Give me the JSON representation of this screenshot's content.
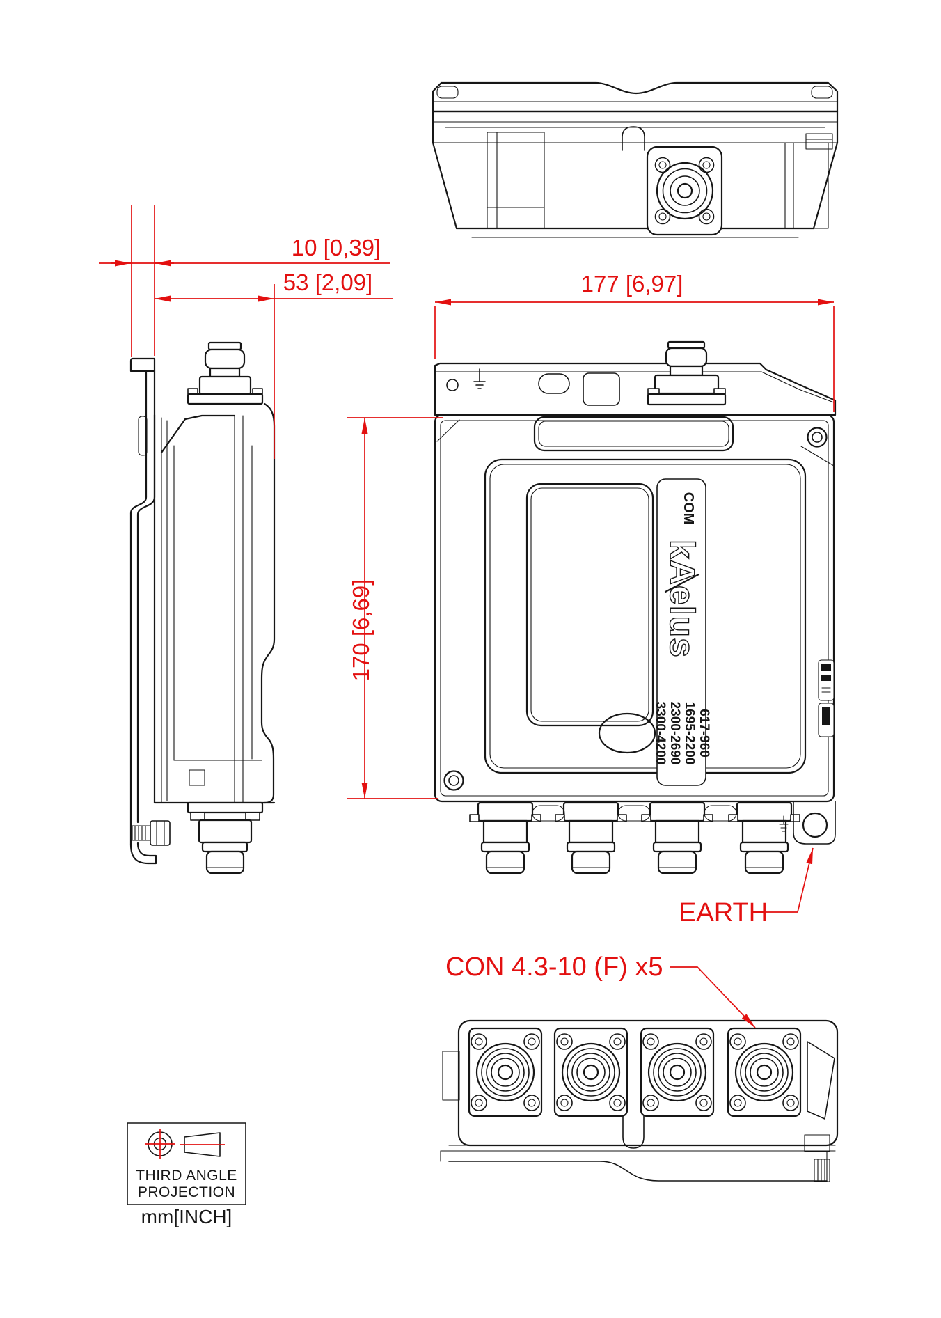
{
  "dimensions": {
    "bracket_offset": "10 [0,39]",
    "depth": "53 [2,09]",
    "width": "177 [6,97]",
    "height": "170 [6,69]"
  },
  "callouts": {
    "earth": "EARTH",
    "connector": "CON 4.3-10 (F) x5"
  },
  "device_label": {
    "port": "COM",
    "brand": "kAelus",
    "bands": [
      "617-960",
      "1695-2200",
      "2300-2690",
      "3300-4200"
    ]
  },
  "projection_note": {
    "line1": "THIRD ANGLE",
    "line2": "PROJECTION",
    "units": "mm[INCH]"
  },
  "colors": {
    "dimension_red": "#e31010",
    "line_black": "#161616",
    "background": "#ffffff"
  }
}
